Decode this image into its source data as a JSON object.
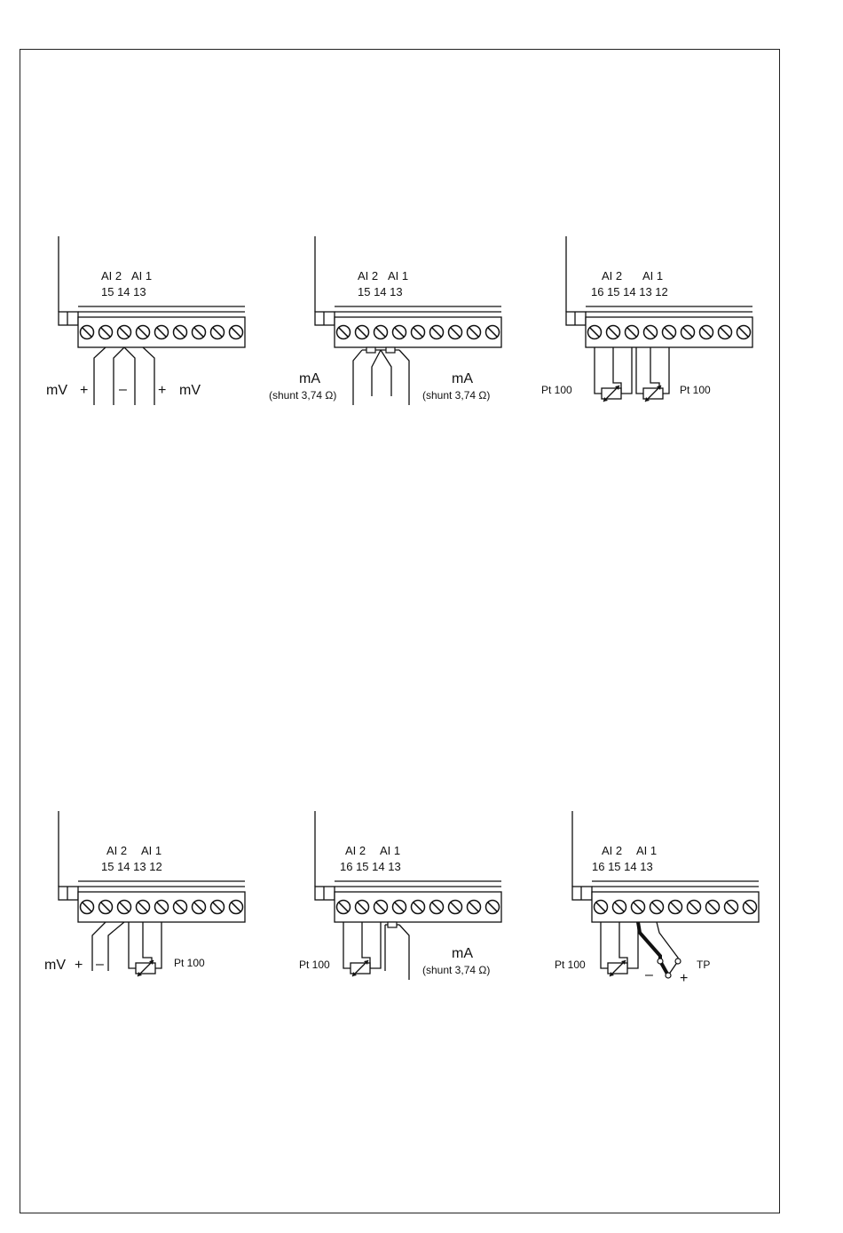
{
  "diagrams": [
    {
      "id": "top-left",
      "header_ai": [
        "AI 2",
        "AI 1"
      ],
      "header_terms": "15 14 13",
      "labels": {
        "left_unit": "mV",
        "left_plus": "+",
        "mid_minus": "–",
        "right_plus": "+",
        "right_unit": "mV"
      }
    },
    {
      "id": "top-center",
      "header_ai": [
        "AI 2",
        "AI 1"
      ],
      "header_terms": "15 14 13",
      "labels": {
        "left_unit": "mA",
        "left_shunt": "(shunt 3,74 Ω)",
        "right_unit": "mA",
        "right_shunt": "(shunt 3,74 Ω)"
      }
    },
    {
      "id": "top-right",
      "header_ai": [
        "AI 2",
        "AI 1"
      ],
      "header_terms": "16 15 14 13 12",
      "labels": {
        "left_sensor": "Pt 100",
        "right_sensor": "Pt 100"
      }
    },
    {
      "id": "bottom-left",
      "header_ai": [
        "AI 2",
        "AI 1"
      ],
      "header_terms": "15 14 13 12",
      "labels": {
        "left_unit": "mV",
        "left_plus": "+",
        "left_minus": "–",
        "right_sensor": "Pt 100"
      }
    },
    {
      "id": "bottom-center",
      "header_ai": [
        "AI 2",
        "AI 1"
      ],
      "header_terms": "16 15 14 13",
      "labels": {
        "left_sensor": "Pt 100",
        "right_unit": "mA",
        "right_shunt": "(shunt 3,74 Ω)"
      }
    },
    {
      "id": "bottom-right",
      "header_ai": [
        "AI 2",
        "AI 1"
      ],
      "header_terms": "16 15 14 13",
      "labels": {
        "left_sensor": "Pt 100",
        "tc_minus": "–",
        "tc_plus": "+",
        "tc_label": "TP"
      }
    }
  ]
}
